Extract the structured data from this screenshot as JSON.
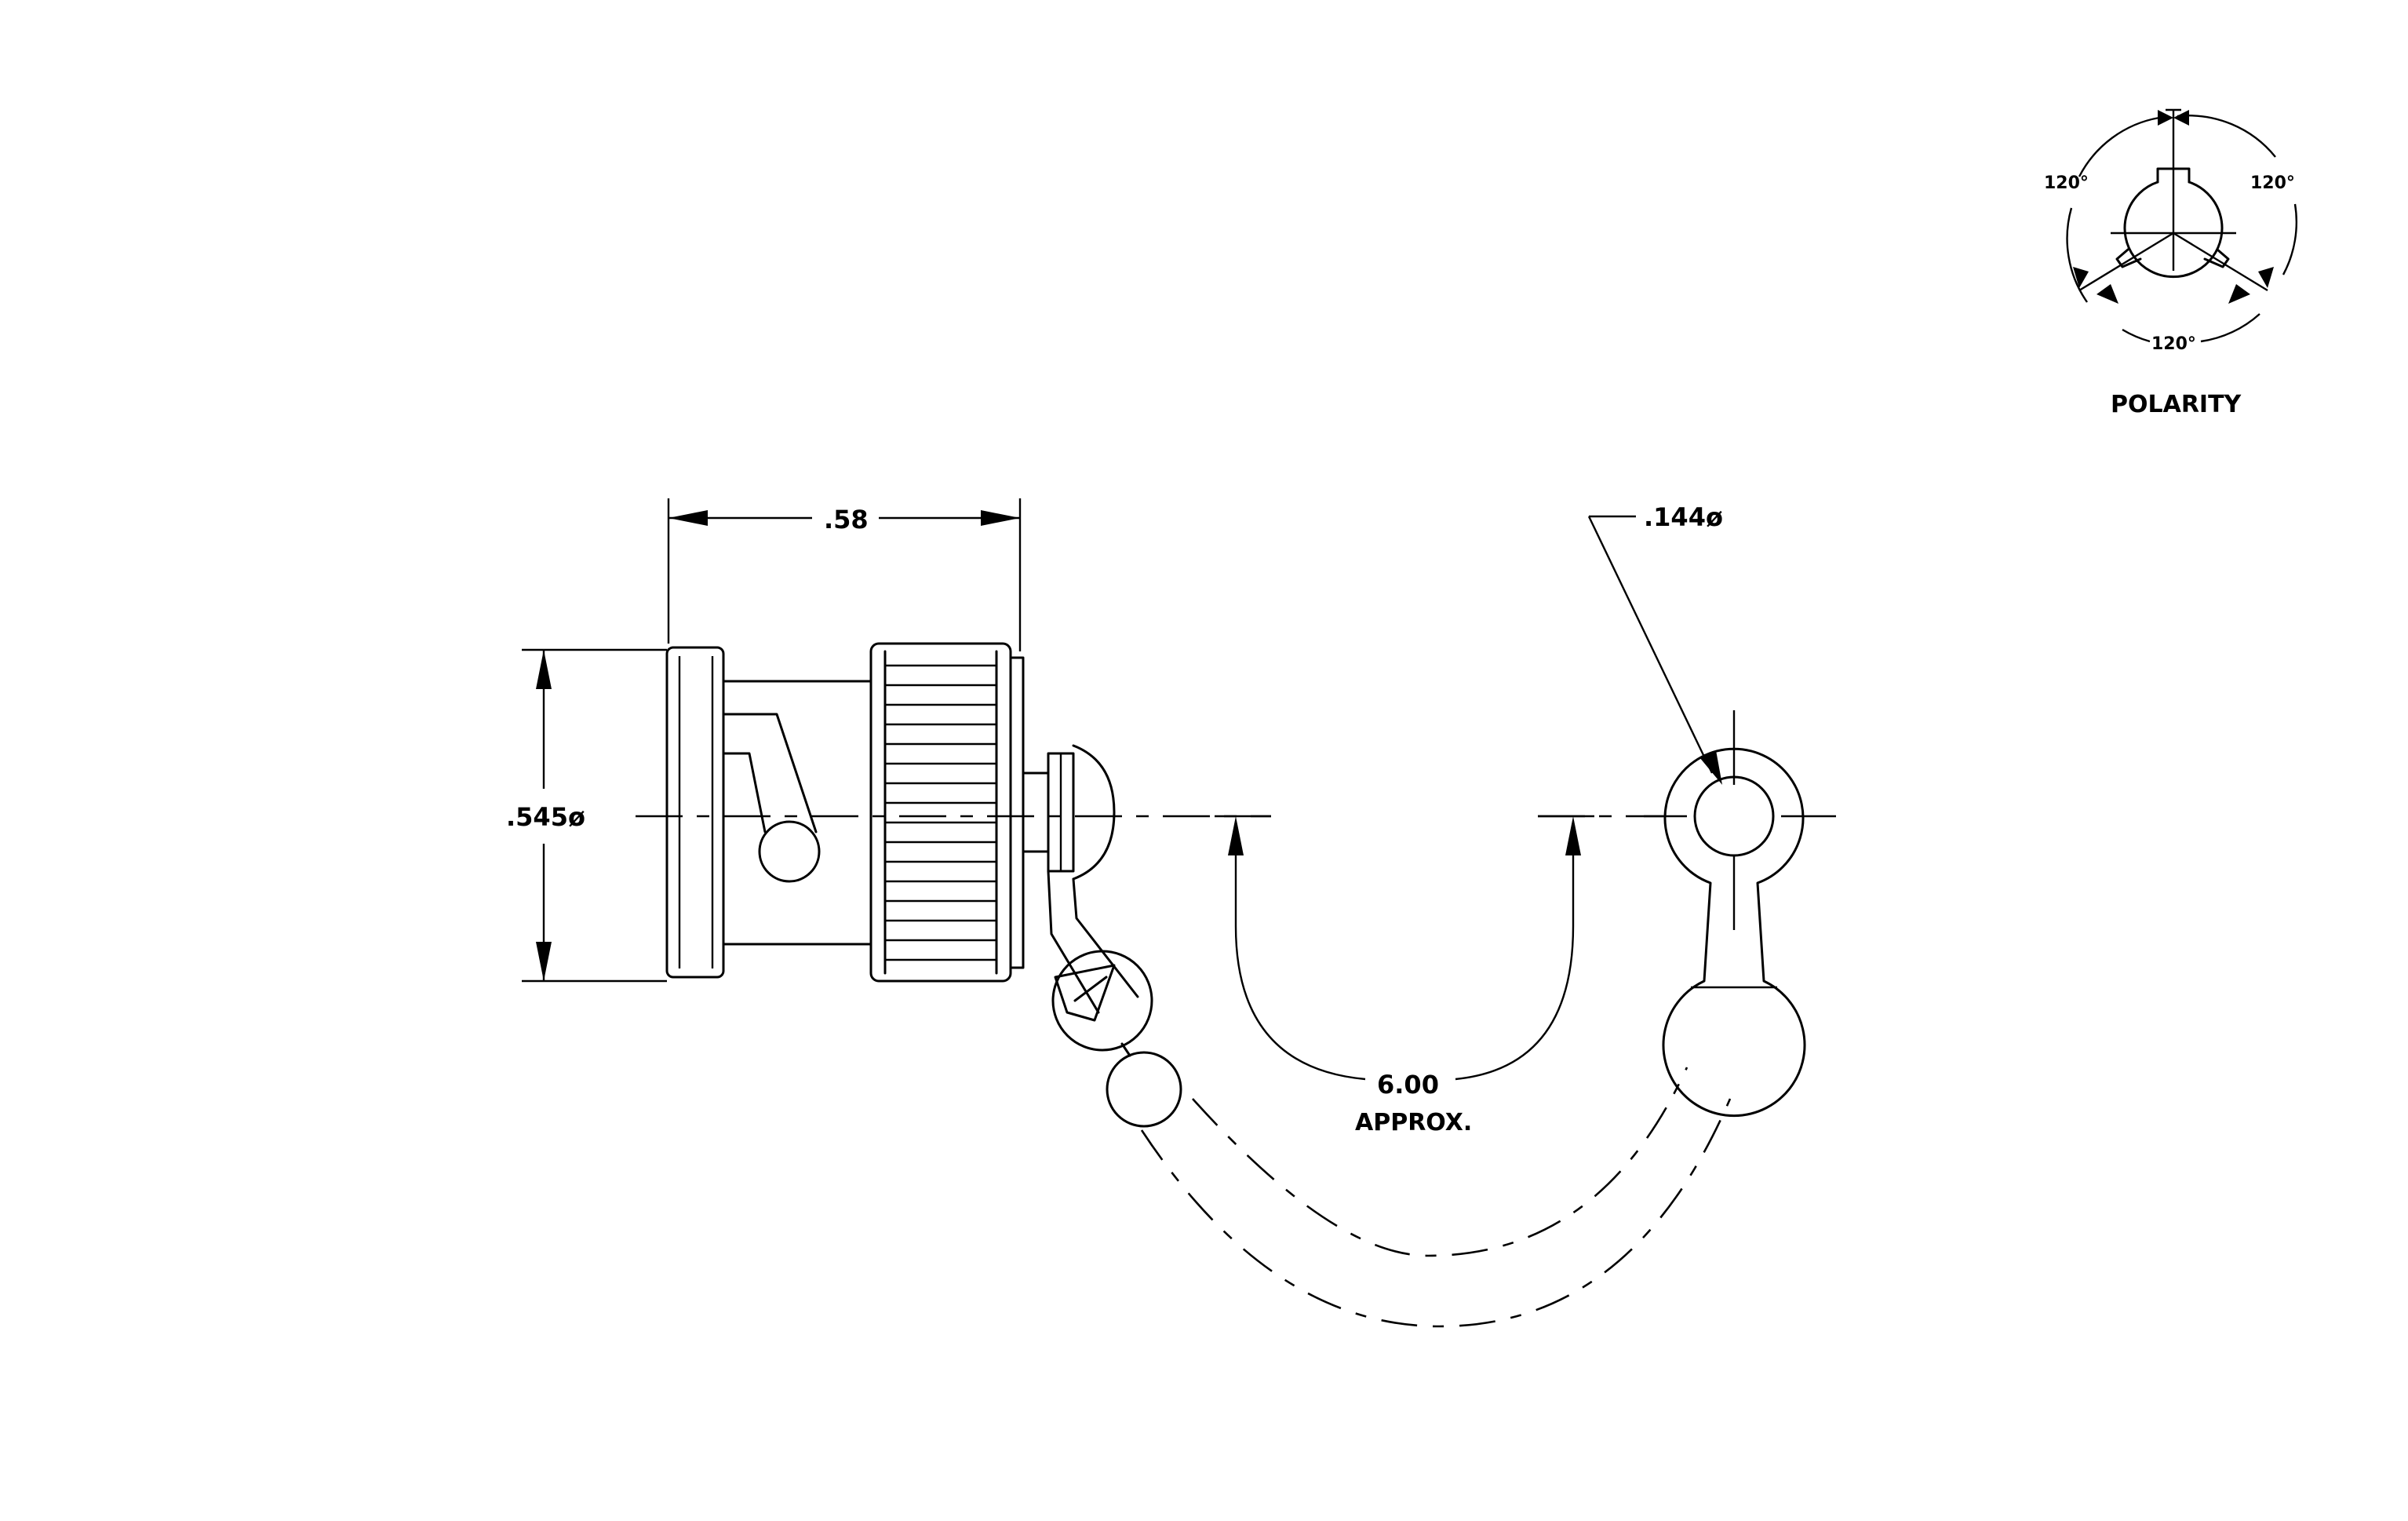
{
  "dimensions": {
    "length": ".58",
    "diameter": ".545ø",
    "hole_diameter": ".144ø",
    "chain_length": "6.00",
    "chain_note": "APPROX."
  },
  "polarity": {
    "label": "POLARITY",
    "angle_left": "120°",
    "angle_right": "120°",
    "angle_bottom": "120°"
  }
}
